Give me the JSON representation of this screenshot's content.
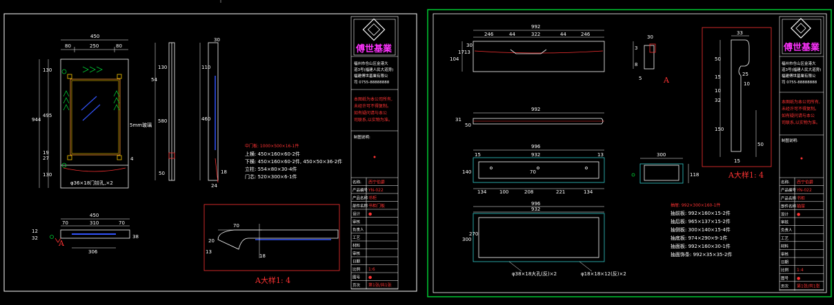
{
  "colors": {
    "background": "#000000",
    "lines": "#ffffff",
    "dims": "#ffffff",
    "accent_red": "#ff2a2a",
    "green": "#00cc33",
    "blue": "#2255ff",
    "cyan": "#33cccc",
    "yellow": "#ffcc00",
    "magenta": "#ff33ff"
  },
  "brand": {
    "name": "傅世基業",
    "logo": "diamond-logo-icon"
  },
  "left_sheet": {
    "dims": {
      "top_w": "450",
      "seg_l": "80",
      "seg_c": "250",
      "seg_r": "80",
      "overall_h": "944",
      "h_top": "130",
      "h_mid": "495",
      "h_19": "19",
      "h_27": "27",
      "h_130b": "130",
      "h_4": "4",
      "side_130": "130",
      "side_580": "580",
      "side_460": "460",
      "side_110": "110",
      "side_30": "30",
      "side_54": "54",
      "side_50": "50",
      "side_24": "24",
      "side_18": "18",
      "bot_w": "450",
      "bot_70a": "70",
      "bot_310": "310",
      "bot_70b": "70",
      "bot_306": "306",
      "bot_12": "12",
      "bot_32": "32",
      "bot_38": "38",
      "det_70": "70",
      "det_20": "20",
      "det_13": "13",
      "det_18": "18"
    },
    "callouts": {
      "glass": "5mm玻璃",
      "holes": "φ36×18门铰孔,×2",
      "marker_a": "A",
      "detail": "A大样1: 4"
    },
    "notes": {
      "title": "中门板: 1000×500×16-1件",
      "l1": "上横: 450×160×60-2件",
      "l2": "下横: 450×160×60-2件, 450×50×36-2件",
      "l3": "立柱: 554×80×30-4件",
      "l4": "门芯: 520×300×6-1件"
    },
    "title_block": {
      "company_lines": [
        "福州市仓山区金港大",
        "道3号(福建人民大道旁)",
        "福建傅世基業有限公",
        "司 0755-88888888"
      ],
      "red_lines": [
        "本图纸为本公司所有,",
        "未经许可不得复制。",
        "如有疑问请与本公",
        "司联系,以实物为准。"
      ],
      "drawer_label": "制图说明:",
      "rows": [
        [
          "名称:",
          "西宁伯爵"
        ],
        [
          "产品编号",
          "YN-022"
        ],
        [
          "产品名称",
          "书柜"
        ],
        [
          "部件名称",
          "书柜门板"
        ],
        [
          "设计",
          "●"
        ],
        [
          "审核",
          ""
        ],
        [
          "负责人",
          ""
        ],
        [
          "工艺",
          ""
        ],
        [
          "材料",
          ""
        ],
        [
          "审核",
          ""
        ],
        [
          "日期",
          ""
        ],
        [
          "比例",
          "1:6"
        ],
        [
          "图号",
          "●"
        ],
        [
          "页次",
          "第1张/共1张"
        ]
      ]
    }
  },
  "right_sheet": {
    "dims": {
      "top_w": "992",
      "t1": "246",
      "t2": "44",
      "t3": "322",
      "t4": "44",
      "t5": "246",
      "v1": "104",
      "v2": "1713",
      "v3": "30",
      "mid_w": "992",
      "m1": "31",
      "m2": "50",
      "frame_w": "996",
      "frame_in": "932",
      "fa": "15",
      "fb": "13",
      "fl": "140",
      "b1": "134",
      "b2": "100",
      "b3": "208",
      "b4": "221",
      "b5": "134",
      "b6": "70",
      "small_w": "300",
      "small_h": "118",
      "big_w": "996",
      "big_in": "932",
      "big_h": "300",
      "big_in_h": "270",
      "s_30": "30",
      "s_3": "3",
      "s_8": "8",
      "s_5": "5",
      "d_33": "33",
      "d_50": "50",
      "d_15": "15",
      "d_10": "10",
      "d_32": "32",
      "d_25": "25",
      "d_150": "150",
      "d_50b": "50",
      "d_10b": "10",
      "d_15b": "15",
      "marker_a": "A",
      "detail": "A大样1: 4"
    },
    "callouts": {
      "holes": "φ38×18大孔(反)×2",
      "holes2": "φ18×18×12(反)×2"
    },
    "notes": {
      "title": "抽屉: 992×300×160-1件",
      "l1": "抽前板: 992×160×15-2件",
      "l2": "抽后板: 965×137×15-2件",
      "l3": "抽侧板: 300×140×15-4件",
      "l4": "抽底板: 974×290×9-1件",
      "l5": "抽面板: 992×160×30-1件",
      "l6": "抽面饰条: 992×35×35-2件"
    },
    "title_block": {
      "company_lines": [
        "福州市仓山区金港大",
        "道3号(福建人民大道旁)",
        "福建傅世基業有限公",
        "司 0755-88888888"
      ],
      "red_lines": [
        "本图纸为本公司所有,",
        "未经许可不得复制。",
        "如有疑问请与本公",
        "司联系,以实物为准。"
      ],
      "drawer_label": "制图说明:",
      "rows": [
        [
          "名称:",
          "西宁伯爵"
        ],
        [
          "产品编号",
          "YN-022"
        ],
        [
          "产品名称",
          "书柜"
        ],
        [
          "部件名称",
          "抽屉"
        ],
        [
          "设计",
          "●"
        ],
        [
          "审核",
          ""
        ],
        [
          "负责人",
          ""
        ],
        [
          "工艺",
          ""
        ],
        [
          "材料",
          ""
        ],
        [
          "审核",
          ""
        ],
        [
          "日期",
          ""
        ],
        [
          "比例",
          "1:4"
        ],
        [
          "图号",
          "●"
        ],
        [
          "页次",
          "第1张/共1张"
        ]
      ]
    }
  }
}
